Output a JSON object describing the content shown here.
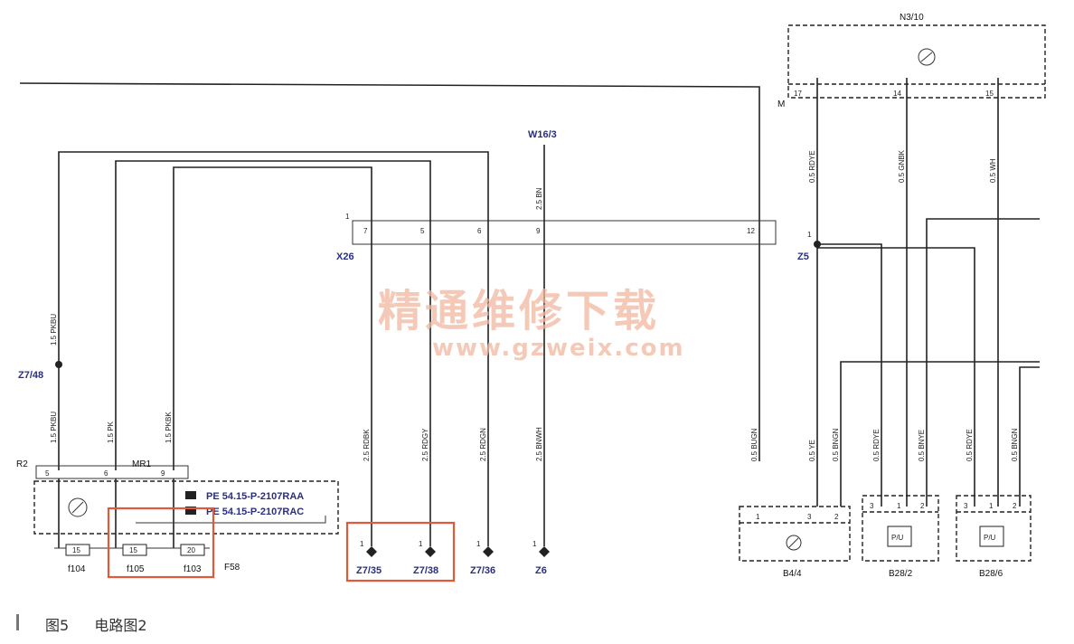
{
  "labels": {
    "N3_10": "N3/10",
    "M": "M",
    "W16_3": "W16/3",
    "X26": "X26",
    "Z5": "Z5",
    "Z7_48": "Z7/48",
    "R2": "R2",
    "MR1": "MR1",
    "F58": "F58",
    "f104": "f104",
    "f105": "f105",
    "f103": "f103",
    "Z7_35": "Z7/35",
    "Z7_38": "Z7/38",
    "Z7_36": "Z7/36",
    "Z6": "Z6",
    "B4_4": "B4/4",
    "B28_2": "B28/2",
    "B28_6": "B28/6",
    "pe1": "PE 54.15-P-2107RAA",
    "pe2": "PE 54.15-P-2107RAC"
  },
  "fuses": {
    "f104": "15",
    "f105": "15",
    "f103": "20"
  },
  "wires": {
    "pkbu_top": "1.5 PKBU",
    "pkbu_bot": "1.5 PKBU",
    "pk": "1.5 PK",
    "pkbk": "1.5 PKBK",
    "rdbk": "2.5 RDBK",
    "rdgy": "2.5 RDGY",
    "rdgn": "2.5 RDGN",
    "bn_top": "2.5 BN",
    "bnwh": "2.5 BNWH",
    "rdye_top": "0.5 RDYE",
    "gnbk_top": "0.5 GNBK",
    "wh_top": "0.5 WH",
    "bu_b44": "0.5 BUGN",
    "ye_b44": "0.5 YE",
    "bngn_b44": "0.5 BNGN",
    "rdye_b282": "0.5 RDYE",
    "bnye_b282": "0.5 BNYE",
    "rdye_b286": "0.5 RDYE",
    "bngn_b286": "0.5 BNGN"
  },
  "pins": {
    "n3_17": "17",
    "n3_14": "14",
    "n3_15": "15",
    "x26_1": "1",
    "x26_7": "7",
    "x26_5": "5",
    "x26_6": "6",
    "x26_9": "9",
    "x26_12": "12",
    "z5_1": "1",
    "r2_5": "5",
    "r2_6": "6",
    "mr1_9": "9",
    "z735_1": "1",
    "z738_1": "1",
    "z736_1": "1",
    "z6_1": "1",
    "b44_1": "1",
    "b44_3": "3",
    "b44_2": "2",
    "b282_3": "3",
    "b282_1": "1",
    "b282_2": "2",
    "b286_3": "3",
    "b286_1": "1",
    "b286_2": "2"
  },
  "sensor_face": "P/U",
  "watermark": {
    "line1": "精通维修下载",
    "line2": "www.gzweix.com"
  },
  "caption": {
    "figure": "图5",
    "title": "电路图2"
  }
}
